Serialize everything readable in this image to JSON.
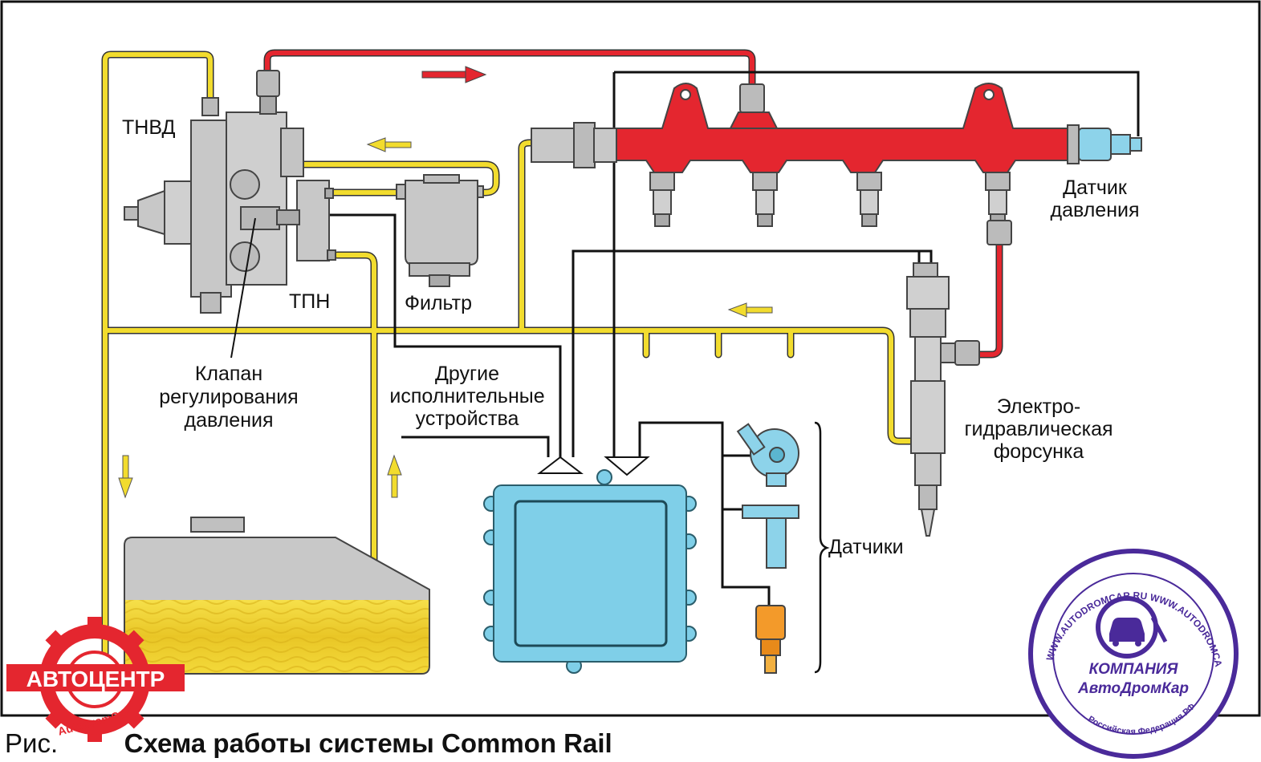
{
  "labels": {
    "tnvd": "ТНВД",
    "tpn": "ТПН",
    "filter": "Фильтр",
    "valve": [
      "Клапан",
      "регулирования",
      "давления"
    ],
    "other": [
      "Другие",
      "исполнительные",
      "устройства"
    ],
    "pressure_sensor": [
      "Датчик",
      "давления"
    ],
    "injector": [
      "Электро-",
      "гидравлическая",
      "форсунка"
    ],
    "sensors": "Датчики"
  },
  "caption": {
    "prefix": "Рис.",
    "title": "Схема работы системы Common Rail"
  },
  "logo_autocenter": {
    "text": "АВТОЦЕНТР",
    "subtext": "AutoDromCar"
  },
  "stamp": {
    "ring_text": "WWW.AUTODROMCAR.RU WWW.AUTODROMCAR.RU WWW.AUTODROM",
    "bottom_text": "Российская Федерация РФ",
    "company": "КОМПАНИЯ",
    "name": "АвтоДромКар"
  },
  "colors": {
    "fuel_low": "#f2dc2e",
    "fuel_high": "#e4262f",
    "ecu": "#7fcfe8",
    "pump": "#c8c8c8",
    "stamp": "#4a2a9a",
    "logo": "#e4262f"
  }
}
